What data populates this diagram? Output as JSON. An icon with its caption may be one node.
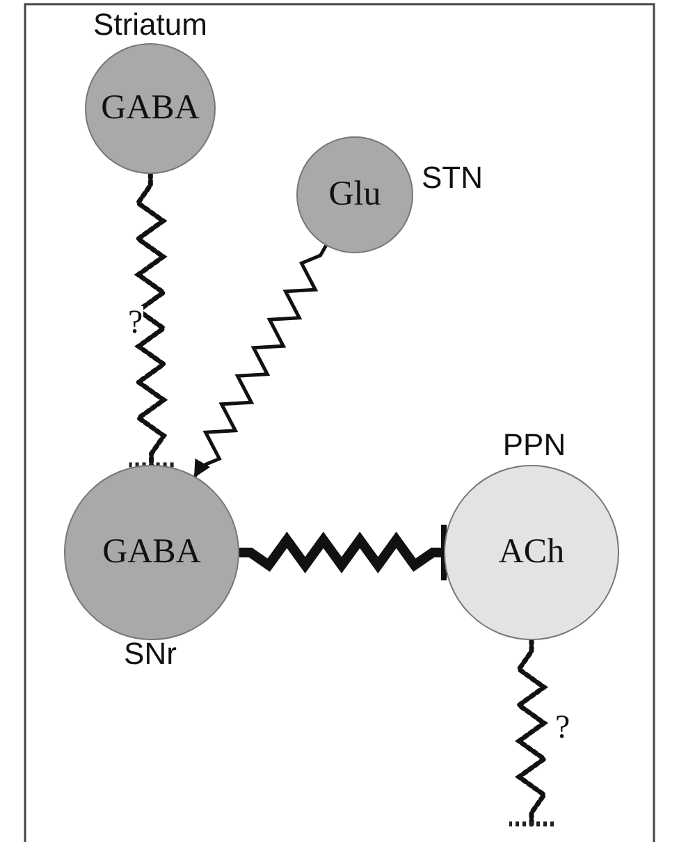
{
  "diagram": {
    "nodes": [
      {
        "text": [
          "GABA"
        ],
        "beside": [
          "Striatum"
        ]
      },
      {
        "text": [
          "Glu"
        ],
        "beside": [
          "STN"
        ]
      },
      {
        "text": [
          "GABA"
        ],
        "beside": [
          "SNr"
        ]
      },
      {
        "text": [
          "ACh"
        ],
        "beside": [
          "PPN"
        ]
      }
    ],
    "edges": [
      {
        "from": 0,
        "to": 2,
        "arrow": "other",
        "style": "dashed",
        "label": "?"
      },
      {
        "from": 1,
        "to": 2,
        "arrow": "to"
      },
      {
        "from": 2,
        "to": 3,
        "arrow": "other",
        "style": "thick"
      },
      {
        "from": 3,
        "to": null,
        "arrow": "other",
        "style": "dashed",
        "label": "?"
      }
    ]
  }
}
